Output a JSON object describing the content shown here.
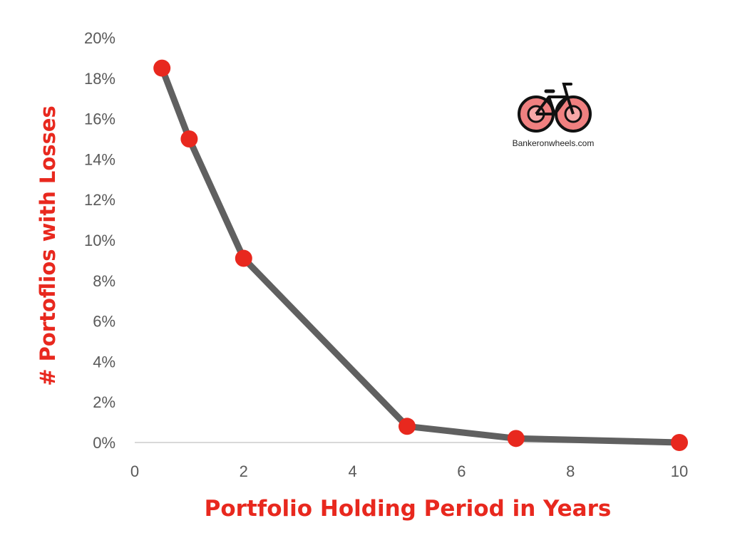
{
  "chart_data": {
    "type": "line",
    "title": "",
    "xlabel": "Portfolio Holding Period in Years",
    "ylabel": "# Portoflios with Losses",
    "xlim": [
      0,
      10
    ],
    "ylim": [
      0,
      20
    ],
    "x_ticks": [
      "0",
      "2",
      "4",
      "6",
      "8",
      "10"
    ],
    "y_ticks": [
      "0%",
      "2%",
      "4%",
      "6%",
      "8%",
      "10%",
      "12%",
      "14%",
      "16%",
      "18%",
      "20%"
    ],
    "grid": false,
    "legend": "none",
    "series": [
      {
        "x": [
          0.5,
          1,
          2,
          5,
          7,
          10
        ],
        "y": [
          18.5,
          15.0,
          9.1,
          0.8,
          0.2,
          0.0
        ],
        "line_color": "#606060",
        "marker_color": "#e8281e"
      }
    ]
  },
  "logo": {
    "text": "Bankeronwheels.com",
    "icon": "bicycle-icon"
  }
}
